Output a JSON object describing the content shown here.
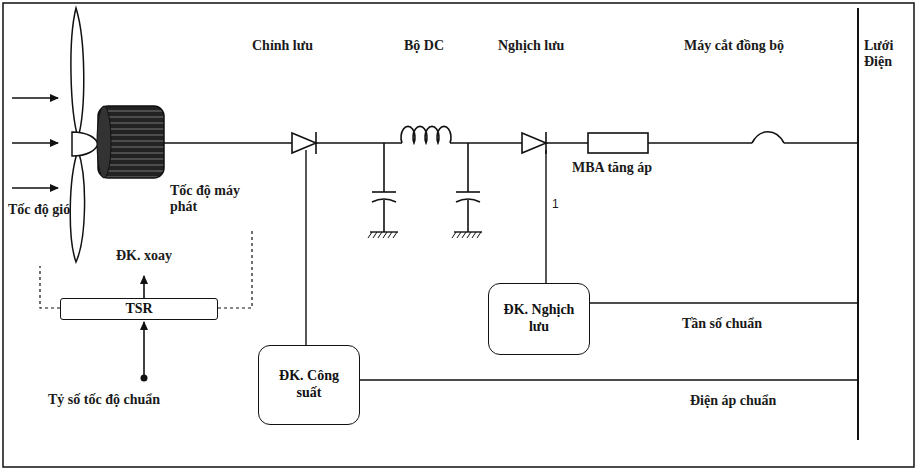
{
  "diagram": {
    "nodes": [
      {
        "text": [
          "TSR"
        ]
      },
      {
        "text": [
          "ĐK. Công suất"
        ]
      },
      {
        "text": [
          "ĐK. Nghịch lưu"
        ]
      }
    ],
    "labels": [
      "Tốc độ gió",
      "Tốc độ máy phát",
      "ĐK. xoay",
      "Tỷ số tốc độ chuẩn",
      "Chỉnh lưu",
      "Bộ DC",
      "Nghịch lưu",
      "Máy cắt đồng bộ",
      "Lưới Điện",
      "MBA tăng áp",
      "1",
      "Tần số chuẩn",
      "Điện áp chuẩn"
    ]
  }
}
